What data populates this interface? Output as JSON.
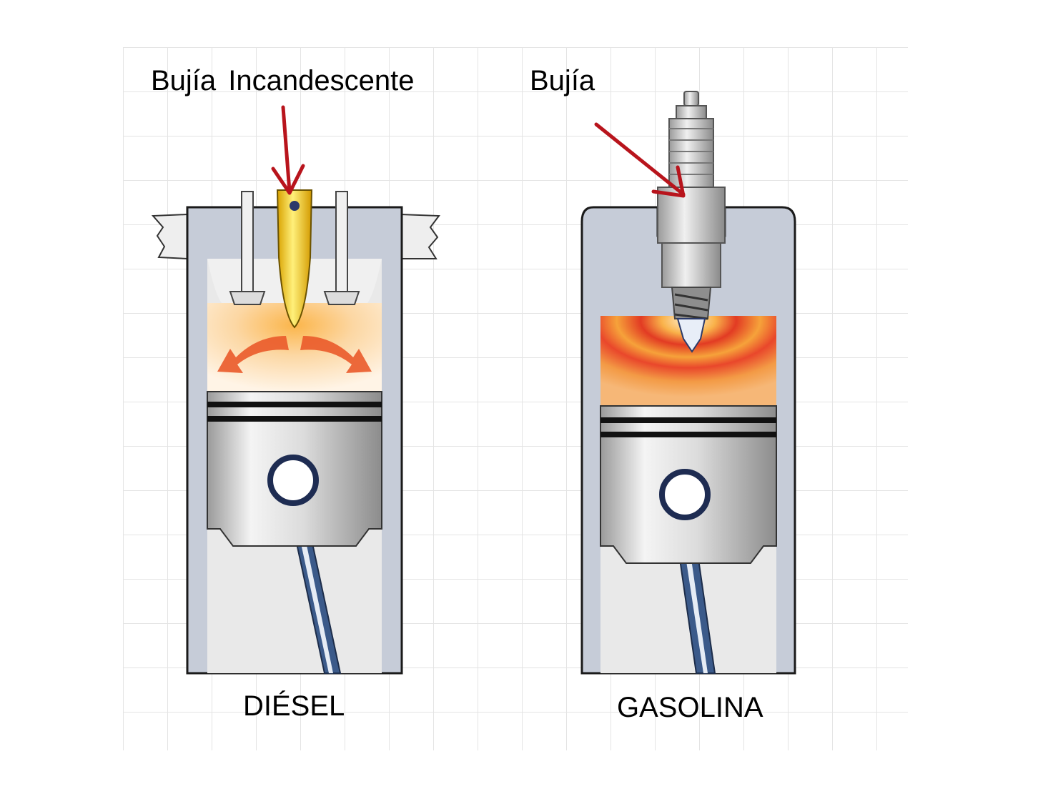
{
  "labels": {
    "glow_plug": "Bujía  Incandescente",
    "spark_plug": "Bujía",
    "diesel": "DIÉSEL",
    "gasoline": "GASOLINA"
  },
  "colors": {
    "arrow": "#b8141c",
    "cylinder_wall": "#cdd2dc",
    "cylinder_outline": "#1a1a1a",
    "piston": "#d8d8d8",
    "rod": "#3b5a8a",
    "glow_plug": "#f2cc1a",
    "flame_hot": "#e8452a",
    "flame_warm": "#f7a233",
    "grid": "#e6e6e6"
  },
  "icons": [
    "arrow-icon",
    "glow-plug-icon",
    "spark-plug-icon",
    "piston-icon",
    "valve-icon"
  ]
}
